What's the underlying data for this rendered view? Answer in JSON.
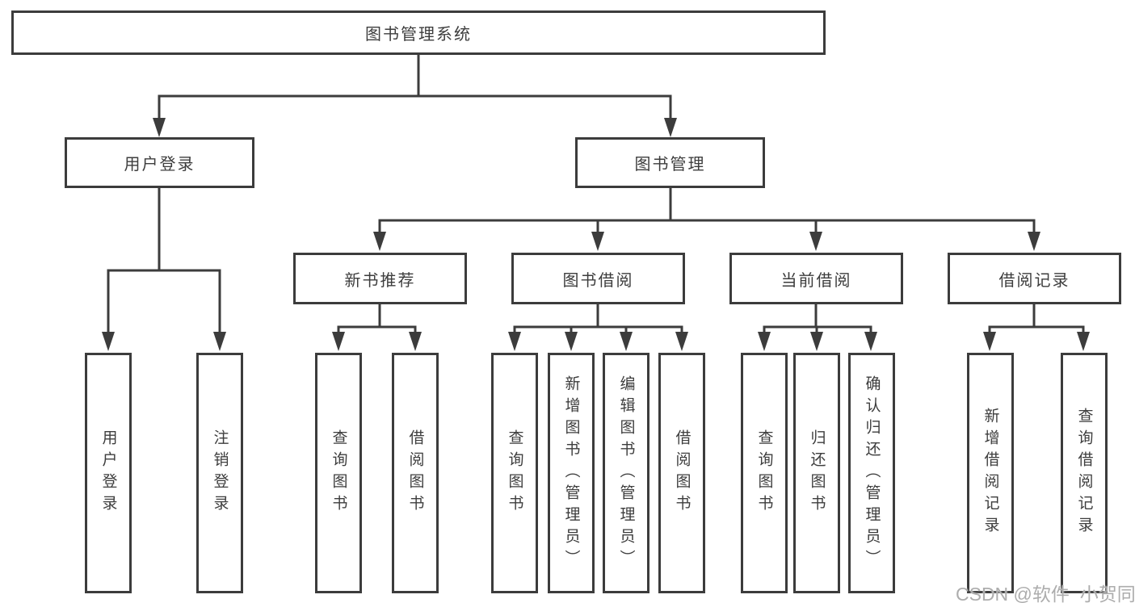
{
  "diagram": {
    "title": "图书管理系统",
    "nodes": {
      "root": "图书管理系统",
      "level2": [
        "用户登录",
        "图书管理"
      ],
      "level3": [
        "新书推荐",
        "图书借阅",
        "当前借阅",
        "借阅记录"
      ],
      "leaves": [
        "用户登录",
        "注销登录",
        "查询图书",
        "借阅图书",
        "查询图书",
        "新增图书（管理员）",
        "编辑图书（管理员）",
        "借阅图书",
        "查询图书",
        "归还图书",
        "确认归还（管理员）",
        "新增借阅记录",
        "查询借阅记录"
      ]
    },
    "hierarchy": {
      "图书管理系统": [
        "用户登录",
        "图书管理"
      ],
      "用户登录": [
        "用户登录",
        "注销登录"
      ],
      "图书管理": [
        "新书推荐",
        "图书借阅",
        "当前借阅",
        "借阅记录"
      ],
      "新书推荐": [
        "查询图书",
        "借阅图书"
      ],
      "图书借阅": [
        "查询图书",
        "新增图书（管理员）",
        "编辑图书（管理员）",
        "借阅图书"
      ],
      "当前借阅": [
        "查询图书",
        "归还图书",
        "确认归还（管理员）"
      ],
      "借阅记录": [
        "新增借阅记录",
        "查询借阅记录"
      ]
    },
    "colors": {
      "line": "#3c3c3c",
      "text": "#3d3d3d",
      "background": "#ffffff",
      "watermark": "#adadad"
    }
  },
  "watermark": "CSDN @软件_小贺同学"
}
